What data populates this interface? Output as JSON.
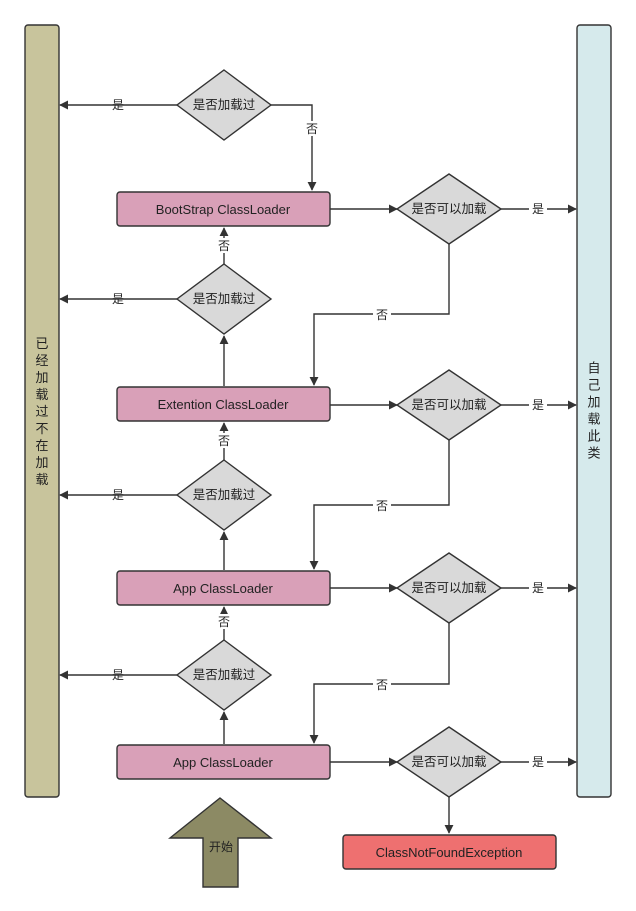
{
  "left_bar": {
    "label": "已经加载过不在加载",
    "fill": "#c8c49c"
  },
  "right_bar": {
    "label": "自己加载此类",
    "fill": "#d6eaec"
  },
  "loaders": [
    {
      "name": "BootStrap ClassLoader"
    },
    {
      "name": "Extention ClassLoader"
    },
    {
      "name": "App ClassLoader"
    },
    {
      "name": "App ClassLoader"
    }
  ],
  "check_loaded": "是否加载过",
  "can_load": "是否可以加载",
  "yes": "是",
  "no": "否",
  "start": "开始",
  "exception": "ClassNotFoundException",
  "colors": {
    "loader_fill": "#d9a0b8",
    "diamond_fill": "#d9d9d9",
    "exception_fill": "#ee7070",
    "start_fill": "#8c8a64",
    "stroke": "#333333"
  }
}
